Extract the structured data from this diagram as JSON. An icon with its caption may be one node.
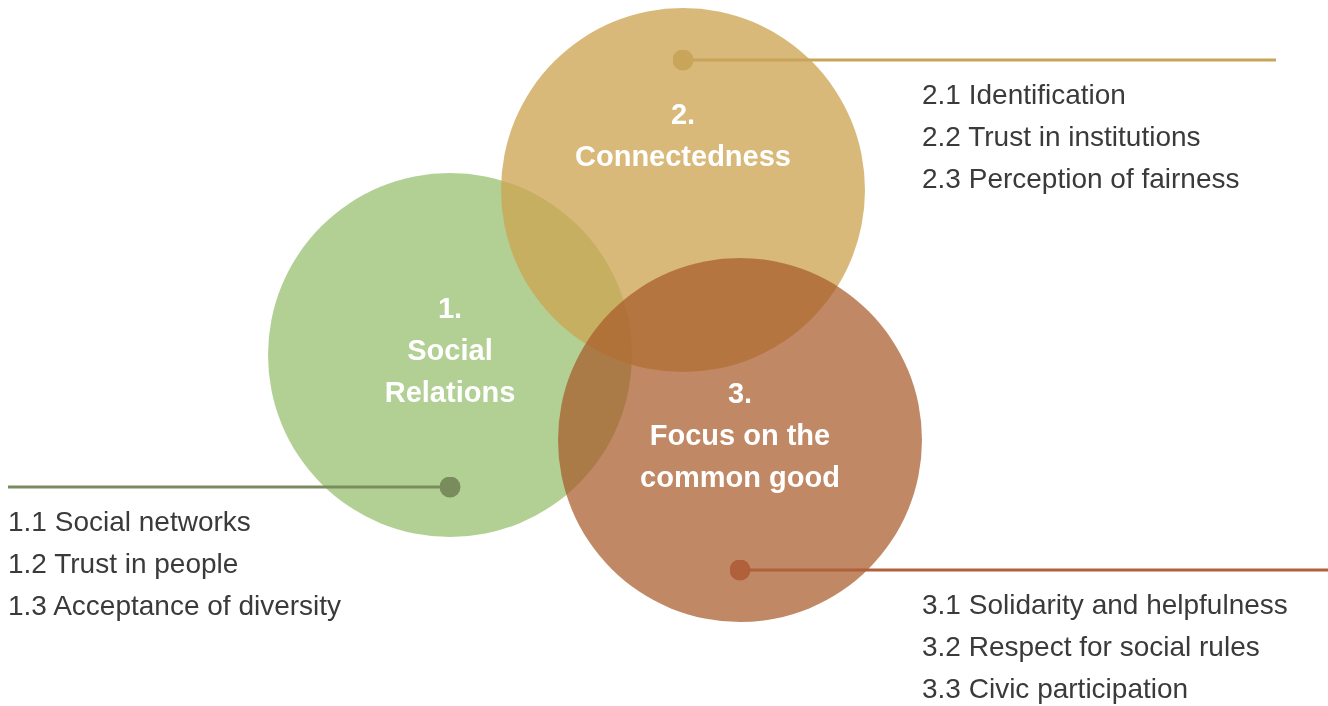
{
  "diagram": {
    "nodes": [
      {
        "text": [
          "1.",
          "Social Relations"
        ]
      },
      {
        "text": [
          "2.",
          "Connectedness"
        ]
      },
      {
        "text": [
          "3.",
          "Focus on the common good"
        ]
      },
      {
        "text": [
          "1.1 Social networks",
          "1.2 Trust in people",
          "1.3 Acceptance of diversity"
        ]
      },
      {
        "text": [
          "2.1 Identification",
          "2.2 Trust in institutions",
          "2.3 Perception of fairness"
        ]
      },
      {
        "text": [
          "3.1 Solidarity and helpfulness",
          "3.2 Respect for social rules",
          "3.3 Civic participation"
        ]
      }
    ],
    "edges": [
      {
        "from": 3,
        "to": 0,
        "arrow": "other",
        "color": "#7a8c5e"
      },
      {
        "from": 4,
        "to": 1,
        "arrow": "other",
        "color": "#c9a55a"
      },
      {
        "from": 5,
        "to": 2,
        "arrow": "other",
        "color": "#b0603a"
      }
    ]
  }
}
